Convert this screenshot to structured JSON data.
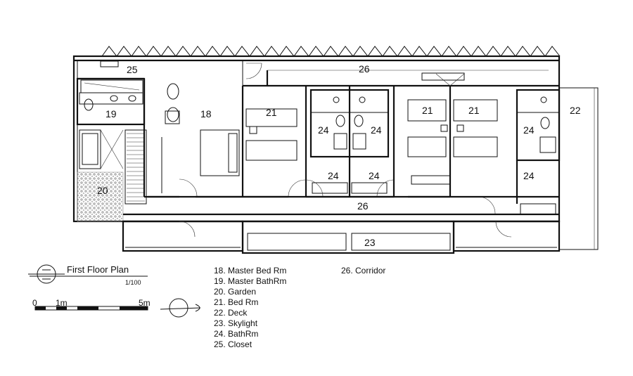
{
  "title": "First Floor Plan",
  "scale": "1/100",
  "scale_bar": {
    "labels": [
      "0",
      "1m",
      "5m"
    ]
  },
  "rooms": {
    "closet": "25",
    "corridor_top": "26",
    "corridor_mid": "26",
    "master_bed": "18",
    "master_bath": "19",
    "garden": "20",
    "bed_a": "21",
    "bed_b": "21",
    "bed_c": "21",
    "deck": "22",
    "skylight": "23",
    "bath_a": "24",
    "bath_b": "24",
    "bath_c": "24",
    "bath_d": "24",
    "bath_e": "24",
    "bath_f": "24"
  },
  "legend": [
    "18. Master Bed Rm",
    "19. Master BathRm",
    "20. Garden",
    "21. Bed Rm",
    "22. Deck",
    "23. Skylight",
    "24. BathRm",
    "25. Closet"
  ],
  "legend_extra": "26. Corridor"
}
